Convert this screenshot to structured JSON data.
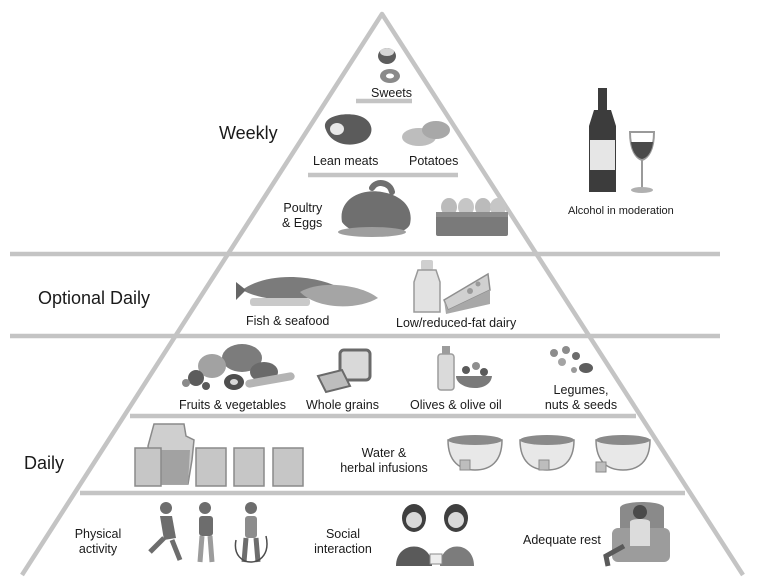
{
  "tiers": {
    "weekly": "Weekly",
    "optional": "Optional Daily",
    "daily": "Daily"
  },
  "items": {
    "sweets": "Sweets",
    "lean_meats": "Lean meats",
    "potatoes": "Potatoes",
    "poultry_line1": "Poultry",
    "poultry_line2": "& Eggs",
    "alcohol": "Alcohol in moderation",
    "fish": "Fish & seafood",
    "dairy": "Low/reduced-fat dairy",
    "fruits_veg": "Fruits & vegetables",
    "whole_grains": "Whole grains",
    "olives": "Olives & olive oil",
    "legumes_line1": "Legumes,",
    "legumes_line2": "nuts & seeds",
    "water_line1": "Water &",
    "water_line2": "herbal infusions",
    "physical_line1": "Physical",
    "physical_line2": "activity",
    "social_line1": "Social",
    "social_line2": "interaction",
    "rest": "Adequate rest"
  },
  "colors": {
    "band": "#bdbdbd",
    "illustration_dark": "#6e6e6e",
    "illustration_mid": "#9a9a9a",
    "illustration_light": "#cfcfcf",
    "wine": "#4a4a4a"
  }
}
